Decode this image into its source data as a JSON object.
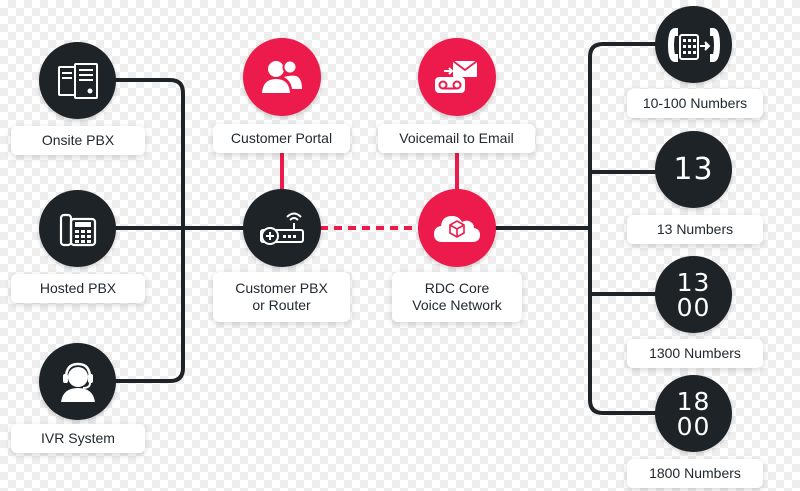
{
  "colors": {
    "accent": "#ec1b4b",
    "node": "#1e2328",
    "wire": "#1e2328"
  },
  "left": {
    "onsite": {
      "label": "Onsite PBX",
      "icon": "server-icon"
    },
    "hosted": {
      "label": "Hosted PBX",
      "icon": "desk-phone-icon"
    },
    "ivr": {
      "label": "IVR System",
      "icon": "headset-agent-icon"
    }
  },
  "center": {
    "portal": {
      "label": "Customer Portal",
      "icon": "users-icon"
    },
    "voicemail": {
      "label": "Voicemail to Email",
      "icon": "voicemail-email-icon"
    },
    "router": {
      "label_line1": "Customer PBX",
      "label_line2": "or Router",
      "icon": "router-icon"
    },
    "core": {
      "label_line1": "RDC Core",
      "label_line2": "Voice Network",
      "icon": "cloud-network-icon"
    }
  },
  "right": {
    "n10": {
      "label": "10-100 Numbers",
      "icon": "phone-forward-icon"
    },
    "n13": {
      "label": "13 Numbers",
      "glyph": "13"
    },
    "n1300": {
      "label": "1300 Numbers",
      "glyph_line1": "13",
      "glyph_line2": "00"
    },
    "n1800": {
      "label": "1800 Numbers",
      "glyph_line1": "18",
      "glyph_line2": "00"
    }
  }
}
